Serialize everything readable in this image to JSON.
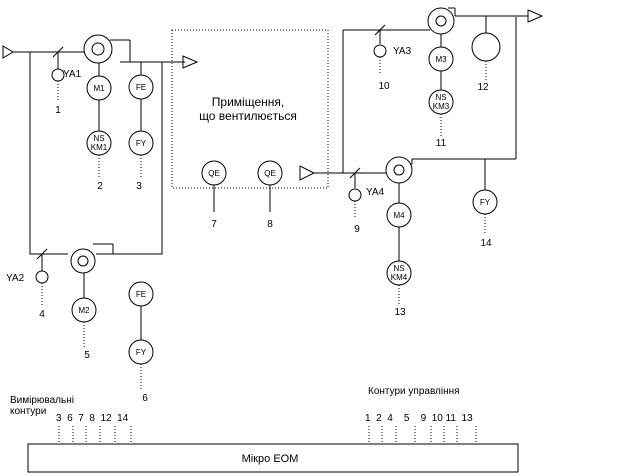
{
  "room": {
    "line1": "Приміщення,",
    "line2": "що вентилюється"
  },
  "elements": {
    "m1": "M1",
    "ns_km1_a": "NS",
    "ns_km1_b": "KM1",
    "fe1": "FE",
    "fy1": "FY",
    "m2": "M2",
    "fe2": "FE",
    "fy2": "FY",
    "m3": "M3",
    "ns_km3_a": "NS",
    "ns_km3_b": "KM3",
    "m4": "M4",
    "ns_km4_a": "NS",
    "ns_km4_b": "KM4",
    "fy14": "FY",
    "qe7": "QE",
    "qe8": "QE"
  },
  "valves": {
    "ya1": "YA1",
    "ya2": "YA2",
    "ya3": "YA3",
    "ya4": "YA4"
  },
  "numbers": {
    "n1": "1",
    "n2": "2",
    "n3": "3",
    "n4": "4",
    "n5": "5",
    "n6": "6",
    "n7": "7",
    "n8": "8",
    "n9": "9",
    "n10": "10",
    "n11": "11",
    "n12": "12",
    "n13": "13",
    "n14": "14"
  },
  "measurement": {
    "title_line1": "Вимірювальні",
    "title_line2": "контури",
    "list": "3  6  7  8  12  14"
  },
  "control": {
    "title": "Контури управління",
    "list": "1  2  4    5    9  10 11  13"
  },
  "micro": {
    "label": "Мікро ЕОМ"
  }
}
